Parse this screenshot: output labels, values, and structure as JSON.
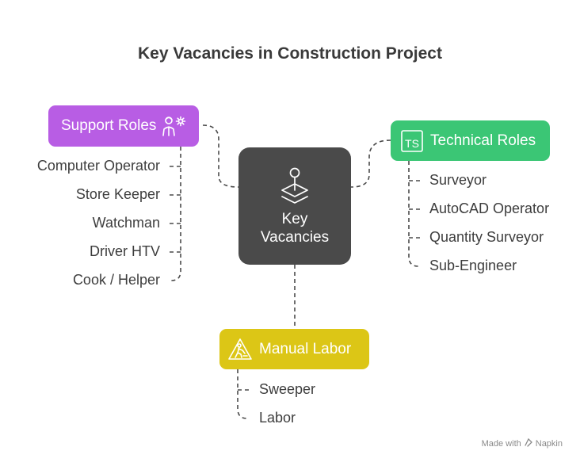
{
  "title": "Key Vacancies in Construction Project",
  "center": {
    "line1": "Key",
    "line2": "Vacancies",
    "icon": "map-pin-layers-icon"
  },
  "support": {
    "label": "Support Roles",
    "icon": "person-gear-icon",
    "color": "#b85de4",
    "items": [
      "Computer Operator",
      "Store Keeper",
      "Watchman",
      "Driver HTV",
      "Cook / Helper"
    ]
  },
  "technical": {
    "label": "Technical Roles",
    "icon": "ts-code-icon",
    "icon_text": "TS",
    "color": "#3bc675",
    "items": [
      "Surveyor",
      "AutoCAD Operator",
      "Quantity Surveyor",
      "Sub-Engineer"
    ]
  },
  "manual": {
    "label": "Manual Labor",
    "icon": "construction-worker-sign-icon",
    "color": "#dcc616",
    "items": [
      "Sweeper",
      "Labor"
    ]
  },
  "watermark": {
    "prefix": "Made with",
    "brand": "Napkin"
  }
}
